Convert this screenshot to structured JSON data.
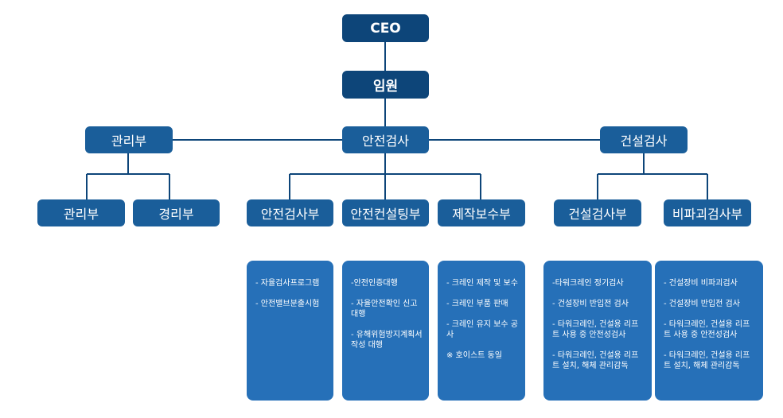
{
  "ceo": "CEO",
  "executive": "임원",
  "divisions": {
    "management": "관리부",
    "safety_inspection": "안전검사",
    "construction_inspection": "건설검사"
  },
  "departments": {
    "management": "관리부",
    "accounting": "경리부",
    "safety_inspection": "안전검사부",
    "safety_consulting": "안전컨설팅부",
    "manufacturing_maintenance": "제작보수부",
    "construction_inspection": "건설검사부",
    "nondestructive_inspection": "비파괴검사부"
  },
  "duties": {
    "safety_inspection": [
      "- 자율검사프로그램",
      "- 안전밸브분출시험"
    ],
    "safety_consulting": [
      "-안전인증대행",
      "- 자율안전확인 신고 대행",
      "- 유해위험방지계획서 작성 대행"
    ],
    "manufacturing_maintenance": [
      "- 크레인 제작 및 보수",
      "- 크레인 부품 판매",
      "- 크레인 유지 보수 공사",
      "※ 호이스트 동일"
    ],
    "construction_inspection": [
      "-타워크레인 정기검사",
      "- 건설장비 반입전 검사",
      "- 타워크레인, 건설용 리프트 사용 중 안전성검사",
      "- 타워크레인, 건설용 리프트 설치, 해체 관리감독"
    ],
    "nondestructive_inspection": [
      "- 건설장비 비파괴검사",
      "- 건설장비 반입전 검사",
      "- 타워크레인, 건설용 리프트 사용 중 안전성검사",
      "- 타워크레인, 건설용 리프트 설치, 해체 관리감독"
    ]
  },
  "colors": {
    "dark_box": "#0d4579",
    "mid_box": "#1a5e9a",
    "panel": "#2670b8",
    "line": "#0d4579"
  }
}
